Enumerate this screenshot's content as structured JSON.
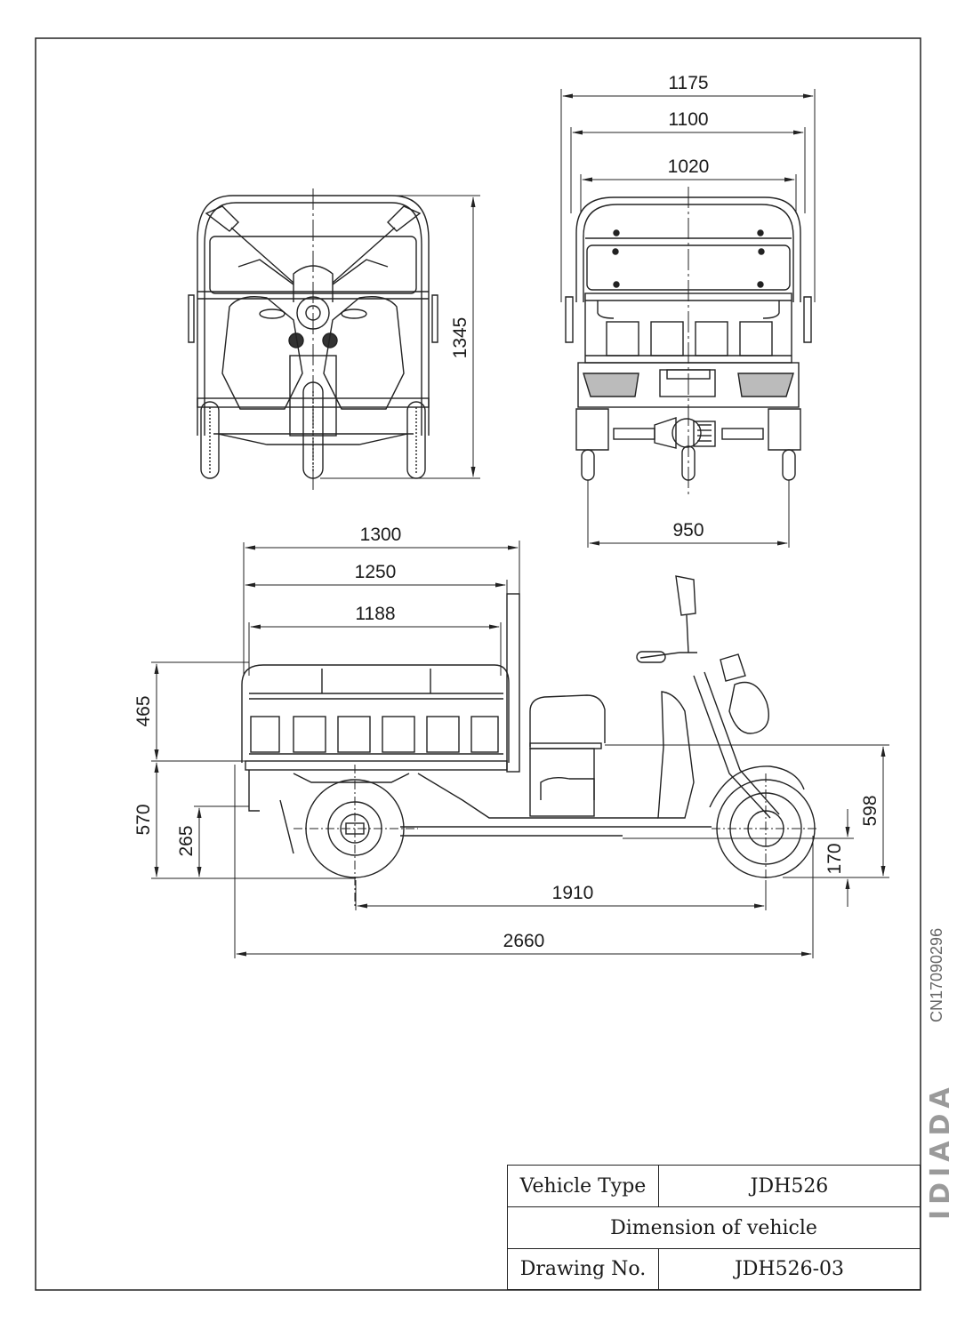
{
  "drawing": {
    "title_block": {
      "vehicle_type_label": "Vehicle Type",
      "vehicle_type_value": "JDH526",
      "description": "Dimension of vehicle",
      "drawing_no_label": "Drawing No.",
      "drawing_no_value": "JDH526-03"
    },
    "views": {
      "front_view": {
        "overall_height": "1345"
      },
      "rear_view": {
        "overall_width": "1175",
        "width_2": "1100",
        "cargo_box_width": "1020",
        "rear_track": "950"
      },
      "side_view": {
        "cargo_length_outer": "1300",
        "cargo_length": "1250",
        "cargo_length_inner": "1188",
        "cargo_side_height": "465",
        "cargo_floor_height": "570",
        "rear_bumper_height": "265",
        "front_height": "598",
        "ground_clearance": "170",
        "wheelbase": "1910",
        "overall_length": "2660"
      }
    },
    "watermark": {
      "code": "CN17090296",
      "logo": "IDIADA"
    }
  }
}
